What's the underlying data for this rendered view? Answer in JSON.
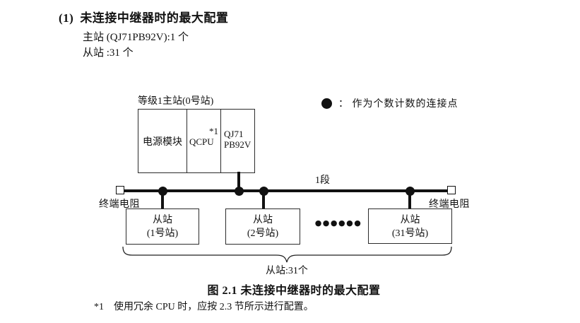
{
  "header": {
    "number": "(1)",
    "title": "未连接中继器时的最大配置",
    "master_spec": "主站 (QJ71PB92V):1 个",
    "slave_spec": "从站 :31 个"
  },
  "diagram": {
    "master_label": "等级1主站(0号站)",
    "master_modules": {
      "power": "电源模块",
      "cpu": "QCPU",
      "cpu_note_ref": "*1",
      "network_line1": "QJ71",
      "network_line2": "PB92V"
    },
    "legend": {
      "text": "：  作为个数计数的连接点"
    },
    "segment_label": "1段",
    "terminator_left": "终端电阻",
    "terminator_right": "终端电阻",
    "slaves": [
      {
        "line1": "从站",
        "line2": "(1号站)"
      },
      {
        "line1": "从站",
        "line2": "(2号站)"
      },
      {
        "line1": "从站",
        "line2": "(31号站)"
      }
    ],
    "ellipsis_dots": "●●●●●●",
    "brace_label": "从站:31个"
  },
  "caption": "图 2.1 未连接中继器时的最大配置",
  "footnote": {
    "ref": "*1",
    "text": "使用冗余 CPU 时，应按 2.3 节所示进行配置。"
  },
  "colors": {
    "ink": "#111111",
    "background": "#ffffff"
  }
}
